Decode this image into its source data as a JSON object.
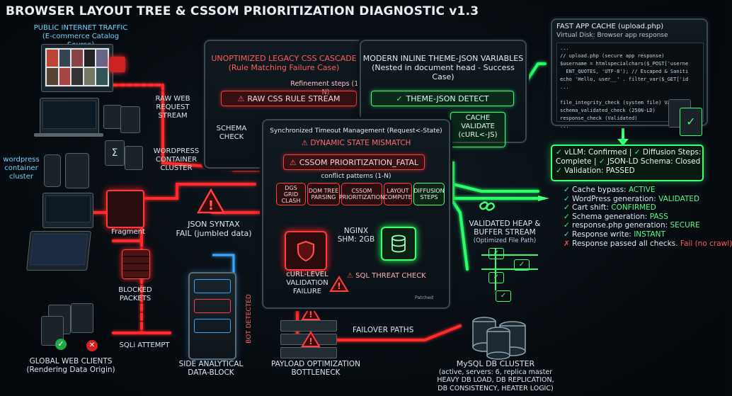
{
  "title": "BROWSER LAYOUT TREE & CSSOM PRIORITIZATION DIAGNOSTIC v1.3",
  "left": {
    "public_traffic": [
      "PUBLIC INTERNET TRAFFIC",
      "(E-commerce Catalog Source)"
    ],
    "wordpress_container": [
      "wordpress",
      "container",
      "cluster"
    ],
    "raw_stream": [
      "RAW WEB",
      "REQUEST",
      "STREAM"
    ],
    "wp_cluster_label": [
      "WORDPRESS",
      "CONTAINER",
      "CLUSTER"
    ],
    "fragment": "Fragment",
    "json_fail": [
      "JSON SYNTAX",
      "FAIL (jumbled data)"
    ],
    "blocked": [
      "BLOCKED",
      "PACKETS"
    ],
    "sqli": "SQLi ATTEMPT",
    "global_clients": [
      "GLOBAL WEB CLIENTS",
      "(Rendering Data Origin)"
    ],
    "side_block": [
      "SIDE ANALYTICAL",
      "DATA-BLOCK"
    ],
    "bot_detected": "BOT DETECTED",
    "payload": [
      "PAYLOAD OPTIMIZATION",
      "BOTTLENECK"
    ],
    "failover": "FAILOVER PATHS"
  },
  "legacy_panel": {
    "title": [
      "UNOPTIMIZED LEGACY CSS CASCADE",
      "(Rule Matching Failure Case)"
    ],
    "refinement": "Refinement steps (1-N)",
    "raw_css": "RAW CSS RULE STREAM",
    "schema": [
      "SCHEMA",
      "CHECK"
    ]
  },
  "modern_panel": {
    "title": [
      "MODERN INLINE THEME-JSON VARIABLES",
      "(Nested in document head - Success Case)"
    ],
    "detect": "THEME-JSON DETECT",
    "cache": [
      "CACHE",
      "VALIDATE",
      "(cURL<-JS)"
    ]
  },
  "sync_panel": {
    "title": "Synchronized Timeout Management (Request<-State)",
    "mismatch": "DYNAMIC STATE MISMATCH",
    "fatal": "CSSOM PRIORITIZATION_FATAL",
    "conflict": "conflict patterns (1-N)",
    "chips": [
      [
        "DGS GRID",
        "CLASH"
      ],
      [
        "DOM TREE",
        "PARSING"
      ],
      [
        "CSSOM",
        "PRIORITIZATION"
      ],
      [
        "LAYOUT",
        "COMPUTE"
      ],
      [
        "DIFFUSION",
        "STEPS"
      ]
    ],
    "nginx": [
      "NGINX",
      "SHM: 2GB"
    ],
    "curl_fail": [
      "cURL-LEVEL",
      "VALIDATION FAILURE"
    ],
    "sql_threat": "SQL THREAT CHECK",
    "badge": "Patched"
  },
  "cache_panel": {
    "title": "FAST APP CACHE (upload.php)",
    "subtitle": "Virtual Disk: Browser app response",
    "code": [
      "...",
      "// upload.php (secure app response)",
      "$username = htmlspecialchars($_POST['userne",
      "  ENT_QUOTES, 'UTF-8'); // Escaped & Saniti",
      "echo 'Hello, user__' . filter_var($_GET['id",
      "...",
      "",
      "file_integrity_check (system file) Validate",
      "schema_validated_check (250N-LD)",
      "response_check (Validated)",
      "..."
    ]
  },
  "vllm": {
    "line1": [
      "vLLM:",
      "Confirmed",
      "|",
      "Diffusion Steps:"
    ],
    "line2": [
      "Complete",
      "|",
      "JSON-LD Schema:",
      "Closed"
    ],
    "line3": [
      "Validation:",
      "PASSED"
    ]
  },
  "checklist": [
    {
      "mark": "ok",
      "label": "Cache bypass: ",
      "value": "ACTIVE"
    },
    {
      "mark": "ok",
      "label": "WordPress generation: ",
      "value": "VALIDATED"
    },
    {
      "mark": "ok",
      "label": "Cart shift: ",
      "value": "CONFIRMED"
    },
    {
      "mark": "ok",
      "label": "Schema generation: ",
      "value": "PASS"
    },
    {
      "mark": "ok",
      "label": "response.php generation: ",
      "value": "SECURE"
    },
    {
      "mark": "ok",
      "label": "Response write: ",
      "value": "INSTANT"
    },
    {
      "mark": "bad",
      "label": "Response passed all checks. ",
      "value": "Fail (no crawl)"
    }
  ],
  "heap": [
    "VALIDATED HEAP &",
    "BUFFER STREAM",
    "(Optimized File Path)"
  ],
  "mysql": [
    "MySQL DB CLUSTER",
    "(active, servers: 6, replica master",
    "HEAVY DB LOAD, DB REPLICATION,",
    "DB CONSISTENCY, HEATER LOGIC)"
  ],
  "colors": {
    "red": "#ff3b3b",
    "green": "#3cff7a",
    "cyan": "#6fd3ff",
    "panel": "#111a21"
  },
  "icons": [
    "check-icon",
    "warning-icon",
    "shield-icon",
    "database-icon",
    "document-icon",
    "link-icon",
    "laptop-icon",
    "phone-icon",
    "server-icon"
  ]
}
